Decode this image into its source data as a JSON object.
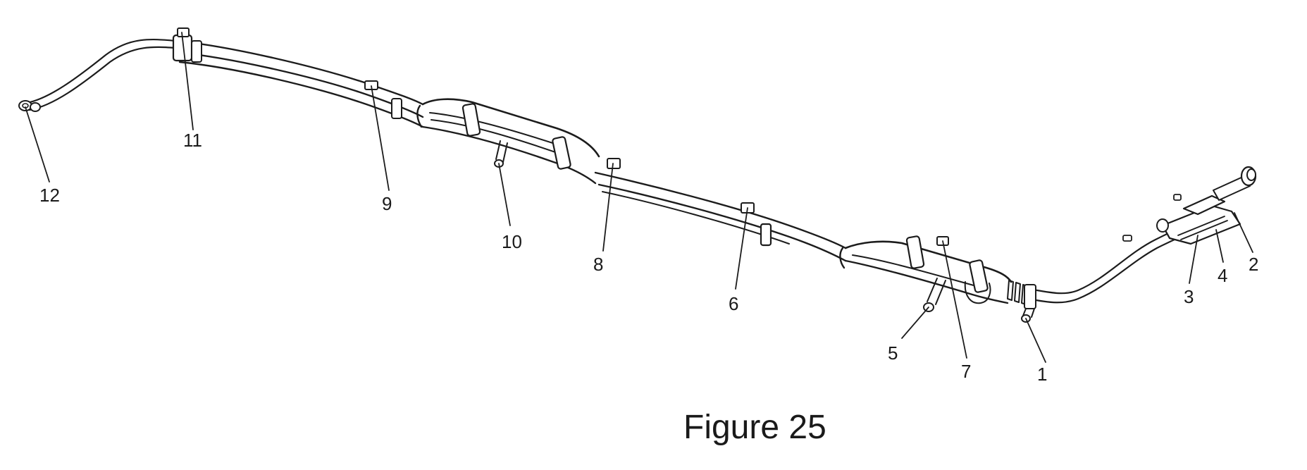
{
  "caption": "Figure 25",
  "callouts": [
    {
      "id": "1",
      "label": "1"
    },
    {
      "id": "2",
      "label": "2"
    },
    {
      "id": "3",
      "label": "3"
    },
    {
      "id": "4",
      "label": "4"
    },
    {
      "id": "5",
      "label": "5"
    },
    {
      "id": "6",
      "label": "6"
    },
    {
      "id": "7",
      "label": "7"
    },
    {
      "id": "8",
      "label": "8"
    },
    {
      "id": "9",
      "label": "9"
    },
    {
      "id": "10",
      "label": "10"
    },
    {
      "id": "11",
      "label": "11"
    },
    {
      "id": "12",
      "label": "12"
    }
  ],
  "colors": {
    "ink": "#1c1c1c",
    "background": "#ffffff"
  }
}
